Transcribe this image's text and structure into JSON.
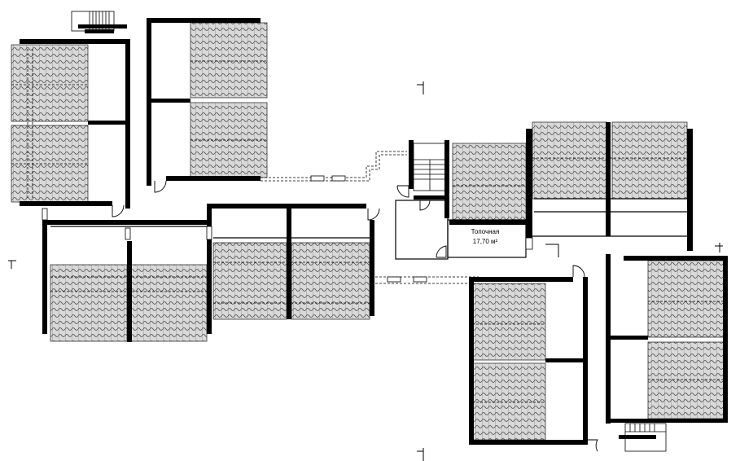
{
  "plan": {
    "rooms": [
      {
        "id": "boiler",
        "name": "Топочная",
        "area": "17,70 м²"
      }
    ],
    "colors": {
      "wall": "#000000",
      "roof_fill": "#d6d6d6",
      "roof_line": "#555555",
      "background": "#ffffff"
    }
  }
}
